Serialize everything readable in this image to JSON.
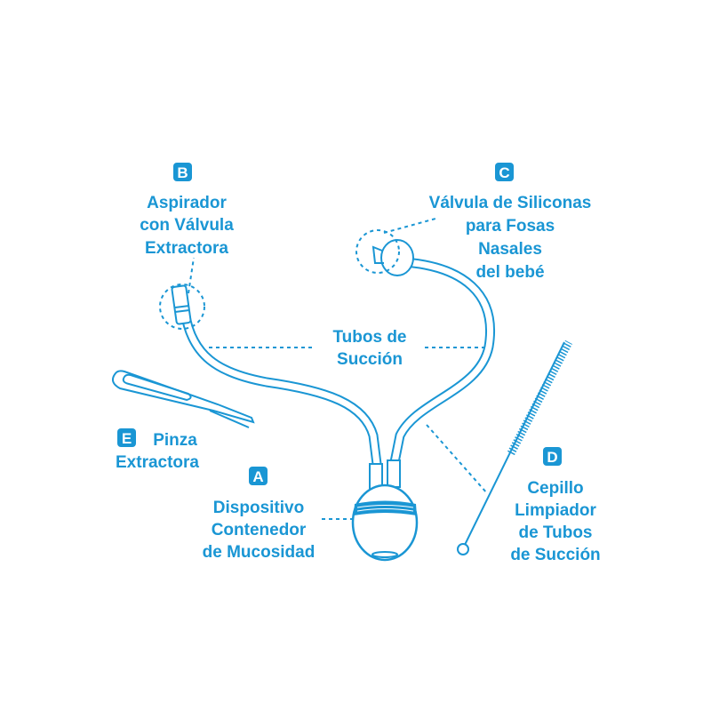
{
  "color": "#1a96d4",
  "parts": {
    "a": {
      "letter": "A",
      "lines": [
        "Dispositivo",
        "Contenedor",
        "de Mucosidad"
      ]
    },
    "b": {
      "letter": "B",
      "lines": [
        "Aspirador",
        "con Válvula",
        "Extractora"
      ]
    },
    "c": {
      "letter": "C",
      "lines": [
        "Válvula de Siliconas",
        "para Fosas",
        "Nasales",
        "del bebé"
      ]
    },
    "d": {
      "letter": "D",
      "lines": [
        "Cepillo",
        "Limpiador",
        "de Tubos",
        "de Succión"
      ]
    },
    "e": {
      "letter": "E",
      "lines": [
        "Pinza",
        "Extractora"
      ]
    },
    "tubes": {
      "lines": [
        "Tubos de",
        "Succión"
      ]
    }
  }
}
